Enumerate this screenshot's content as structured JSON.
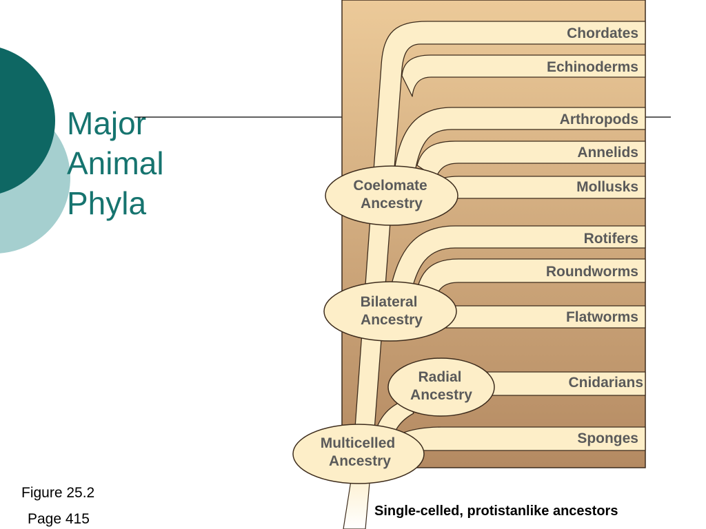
{
  "slide": {
    "title_lines": [
      "Major",
      "Animal",
      "Phyla"
    ],
    "figure_caption": "Figure 25.2",
    "page_reference": "Page 415"
  },
  "diagram": {
    "phyla": [
      "Chordates",
      "Echinoderms",
      "Arthropods",
      "Annelids",
      "Mollusks",
      "Rotifers",
      "Roundworms",
      "Flatworms",
      "Cnidarians",
      "Sponges"
    ],
    "ancestry_nodes": {
      "coelomate": [
        "Coelomate",
        "Ancestry"
      ],
      "bilateral": [
        "Bilateral",
        "Ancestry"
      ],
      "radial": [
        "Radial",
        "Ancestry"
      ],
      "multicelled": [
        "Multicelled",
        "Ancestry"
      ]
    },
    "root_label": "Single-celled, protistanlike ancestors"
  },
  "colors": {
    "title": "#16746f",
    "dark_teal": "#0e6763",
    "light_teal": "#a5cfcf",
    "background_top": "#ecca99",
    "background_bottom": "#b48a62",
    "branch_fill": "#fdeec8",
    "outline": "#3c2b1c"
  }
}
